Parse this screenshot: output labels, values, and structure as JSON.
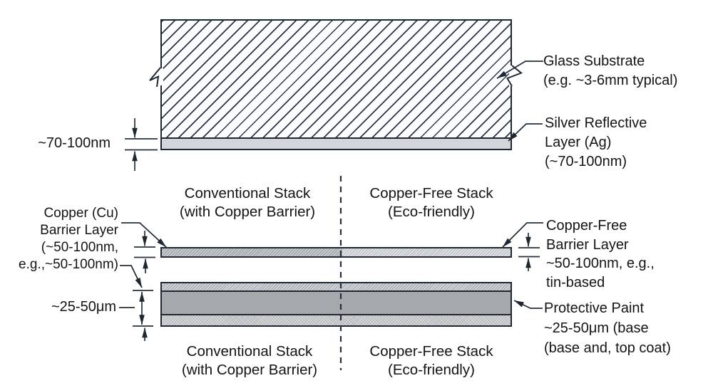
{
  "diagram_title": "mirror-coating-stack-cross-section",
  "colors": {
    "background": "#ffffff",
    "line": "#1f2733",
    "text": "#141414",
    "silver_layer": "#d2d6da",
    "barrier_conventional": "#a7abaf",
    "barrier_copper_free": "#c3c7cb",
    "paint_top_band": "#d3d6d9",
    "paint_middle_band": "#a6a9ac",
    "paint_bottom_band": "#b4b7ba"
  },
  "glass": {
    "label_line1": "Glass Substrate",
    "label_line2": "(e.g. ~3-6mm typical)"
  },
  "silver": {
    "label_line1": "Silver Reflective",
    "label_line2": "Layer (Ag)",
    "label_line3": "(~70-100nm)",
    "thickness_dim": "~70-100nm"
  },
  "copper_barrier": {
    "label_line1": "Copper (Cu)",
    "label_line2": "Barrier Layer",
    "label_line3": "(~50-100nm,",
    "label_line4": "e.g.,~50-100nm)"
  },
  "copper_free_barrier": {
    "label_line1": "Copper-Free",
    "label_line2": "Barrier Layer",
    "label_line3": "~50-100nm, e.g.,",
    "label_line4": "tin-based"
  },
  "paint": {
    "label_line1": "Protective Paint",
    "label_line2": "~25-50μm (base",
    "label_line3": "(base and, top coat)",
    "thickness_dim": "~25-50μm"
  },
  "captions": {
    "conventional": {
      "line1": "Conventional Stack",
      "line2": "(with Copper Barrier)"
    },
    "copper_free": {
      "line1": "Copper-Free Stack",
      "line2": "(Eco-friendly)"
    }
  }
}
